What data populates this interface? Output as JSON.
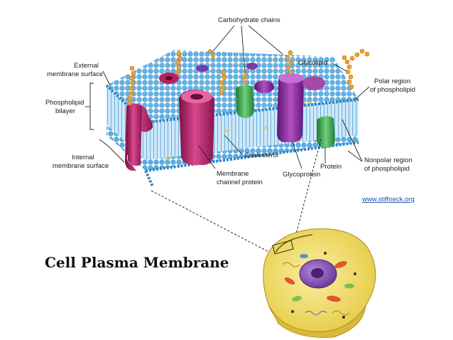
{
  "title": "Cell Plasma Membrane",
  "source_link": "www.stiffneck.org",
  "labels": {
    "carbohydrate_chains": "Carbohydrate chains",
    "external_surface_1": "External",
    "external_surface_2": "membrane surface",
    "phospholipid_bilayer_1": "Phospholipid",
    "phospholipid_bilayer_2": "bilayer",
    "internal_surface_1": "Internal",
    "internal_surface_2": "membrane surface",
    "membrane_channel_1": "Membrane",
    "membrane_channel_2": "channel protein",
    "cholesterol": "Cholesterol",
    "glycoprotein": "Glycoprotein",
    "protein": "Protein",
    "glycolipid": "Glycolipid",
    "polar_region_1": "Polar region",
    "polar_region_2": "of phospholipid",
    "nonpolar_region_1": "Nonpolar region",
    "nonpolar_region_2": "of phospholipid"
  },
  "colors": {
    "membrane_blue": "#8ec9ee",
    "head_blue": "#4da6e0",
    "protein_magenta": "#b3206e",
    "protein_purple": "#8a2b9c",
    "protein_green": "#3aa84a",
    "carbohydrate_orange": "#f0a030",
    "cell_yellow": "#f2df6a",
    "nucleus_purple": "#8a5cb8"
  }
}
